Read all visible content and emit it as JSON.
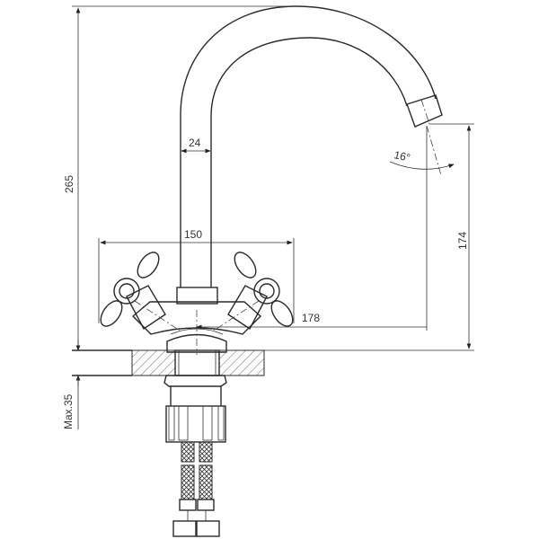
{
  "drawing": {
    "subject": "Two-handle kitchen faucet technical drawing",
    "colors": {
      "line": "#2a2a2a",
      "background": "#ffffff"
    },
    "dimensions": {
      "total_height": "265",
      "spout_width": "24",
      "handle_span": "150",
      "spout_reach": "178",
      "spout_clearance": "174",
      "spout_angle": "16°",
      "max_counter_thickness": "Max.35"
    }
  }
}
